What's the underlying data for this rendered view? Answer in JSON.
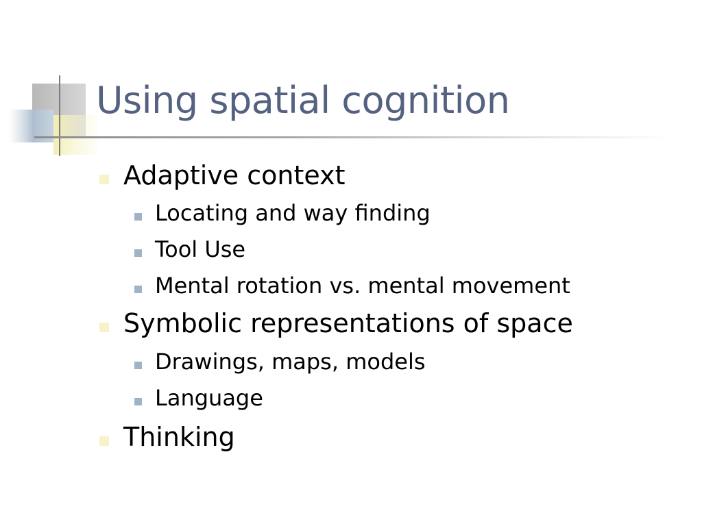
{
  "slide": {
    "title": "Using spatial cognition",
    "bullets": [
      {
        "text": "Adaptive context",
        "children": [
          "Locating and way finding",
          "Tool Use",
          "Mental rotation vs. mental movement"
        ]
      },
      {
        "text": "Symbolic representations of space",
        "children": [
          "Drawings, maps, models",
          "Language"
        ]
      },
      {
        "text": "Thinking",
        "children": []
      }
    ]
  },
  "colors": {
    "title": "#556180",
    "text": "#000000",
    "bullet_level1": "#f6f3c8",
    "bullet_level2": "#9fb2c6",
    "accent_yellow": "#f3eeb4",
    "accent_blue": "#b9c8d6",
    "accent_gray": "#c4c4c4"
  }
}
